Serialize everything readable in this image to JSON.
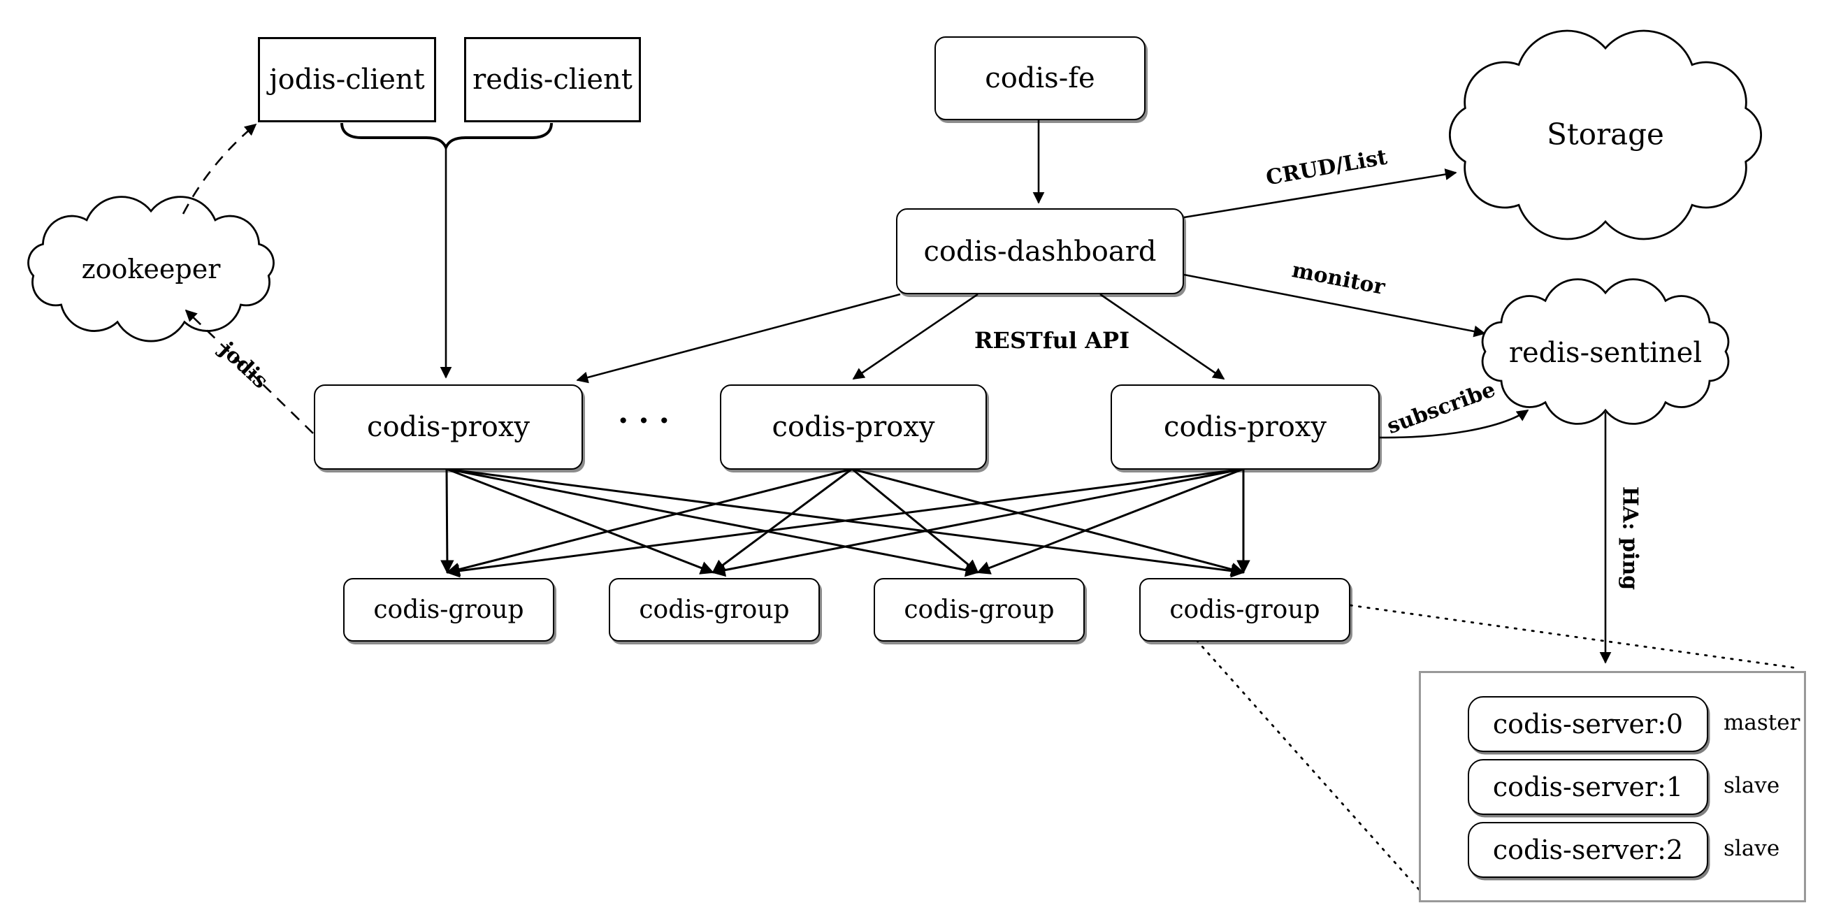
{
  "nodes": {
    "jodis_client": "jodis-client",
    "redis_client": "redis-client",
    "codis_fe": "codis-fe",
    "codis_dashboard": "codis-dashboard",
    "zookeeper": "zookeeper",
    "storage": "Storage",
    "redis_sentinel": "redis-sentinel",
    "proxies": [
      "codis-proxy",
      "codis-proxy",
      "codis-proxy"
    ],
    "proxy_ellipsis": "···",
    "groups": [
      "codis-group",
      "codis-group",
      "codis-group",
      "codis-group"
    ],
    "servers": [
      {
        "label": "codis-server:0",
        "role": "master"
      },
      {
        "label": "codis-server:1",
        "role": "slave"
      },
      {
        "label": "codis-server:2",
        "role": "slave"
      }
    ]
  },
  "edge_labels": {
    "crud_list": "CRUD/List",
    "monitor": "monitor",
    "restful_api": "RESTful API",
    "subscribe": "subscribe",
    "jodis": "jodis",
    "ha_ping": "HA: ping"
  },
  "colors": {
    "stroke": "#000000",
    "container_border": "#999999",
    "background": "#ffffff"
  }
}
